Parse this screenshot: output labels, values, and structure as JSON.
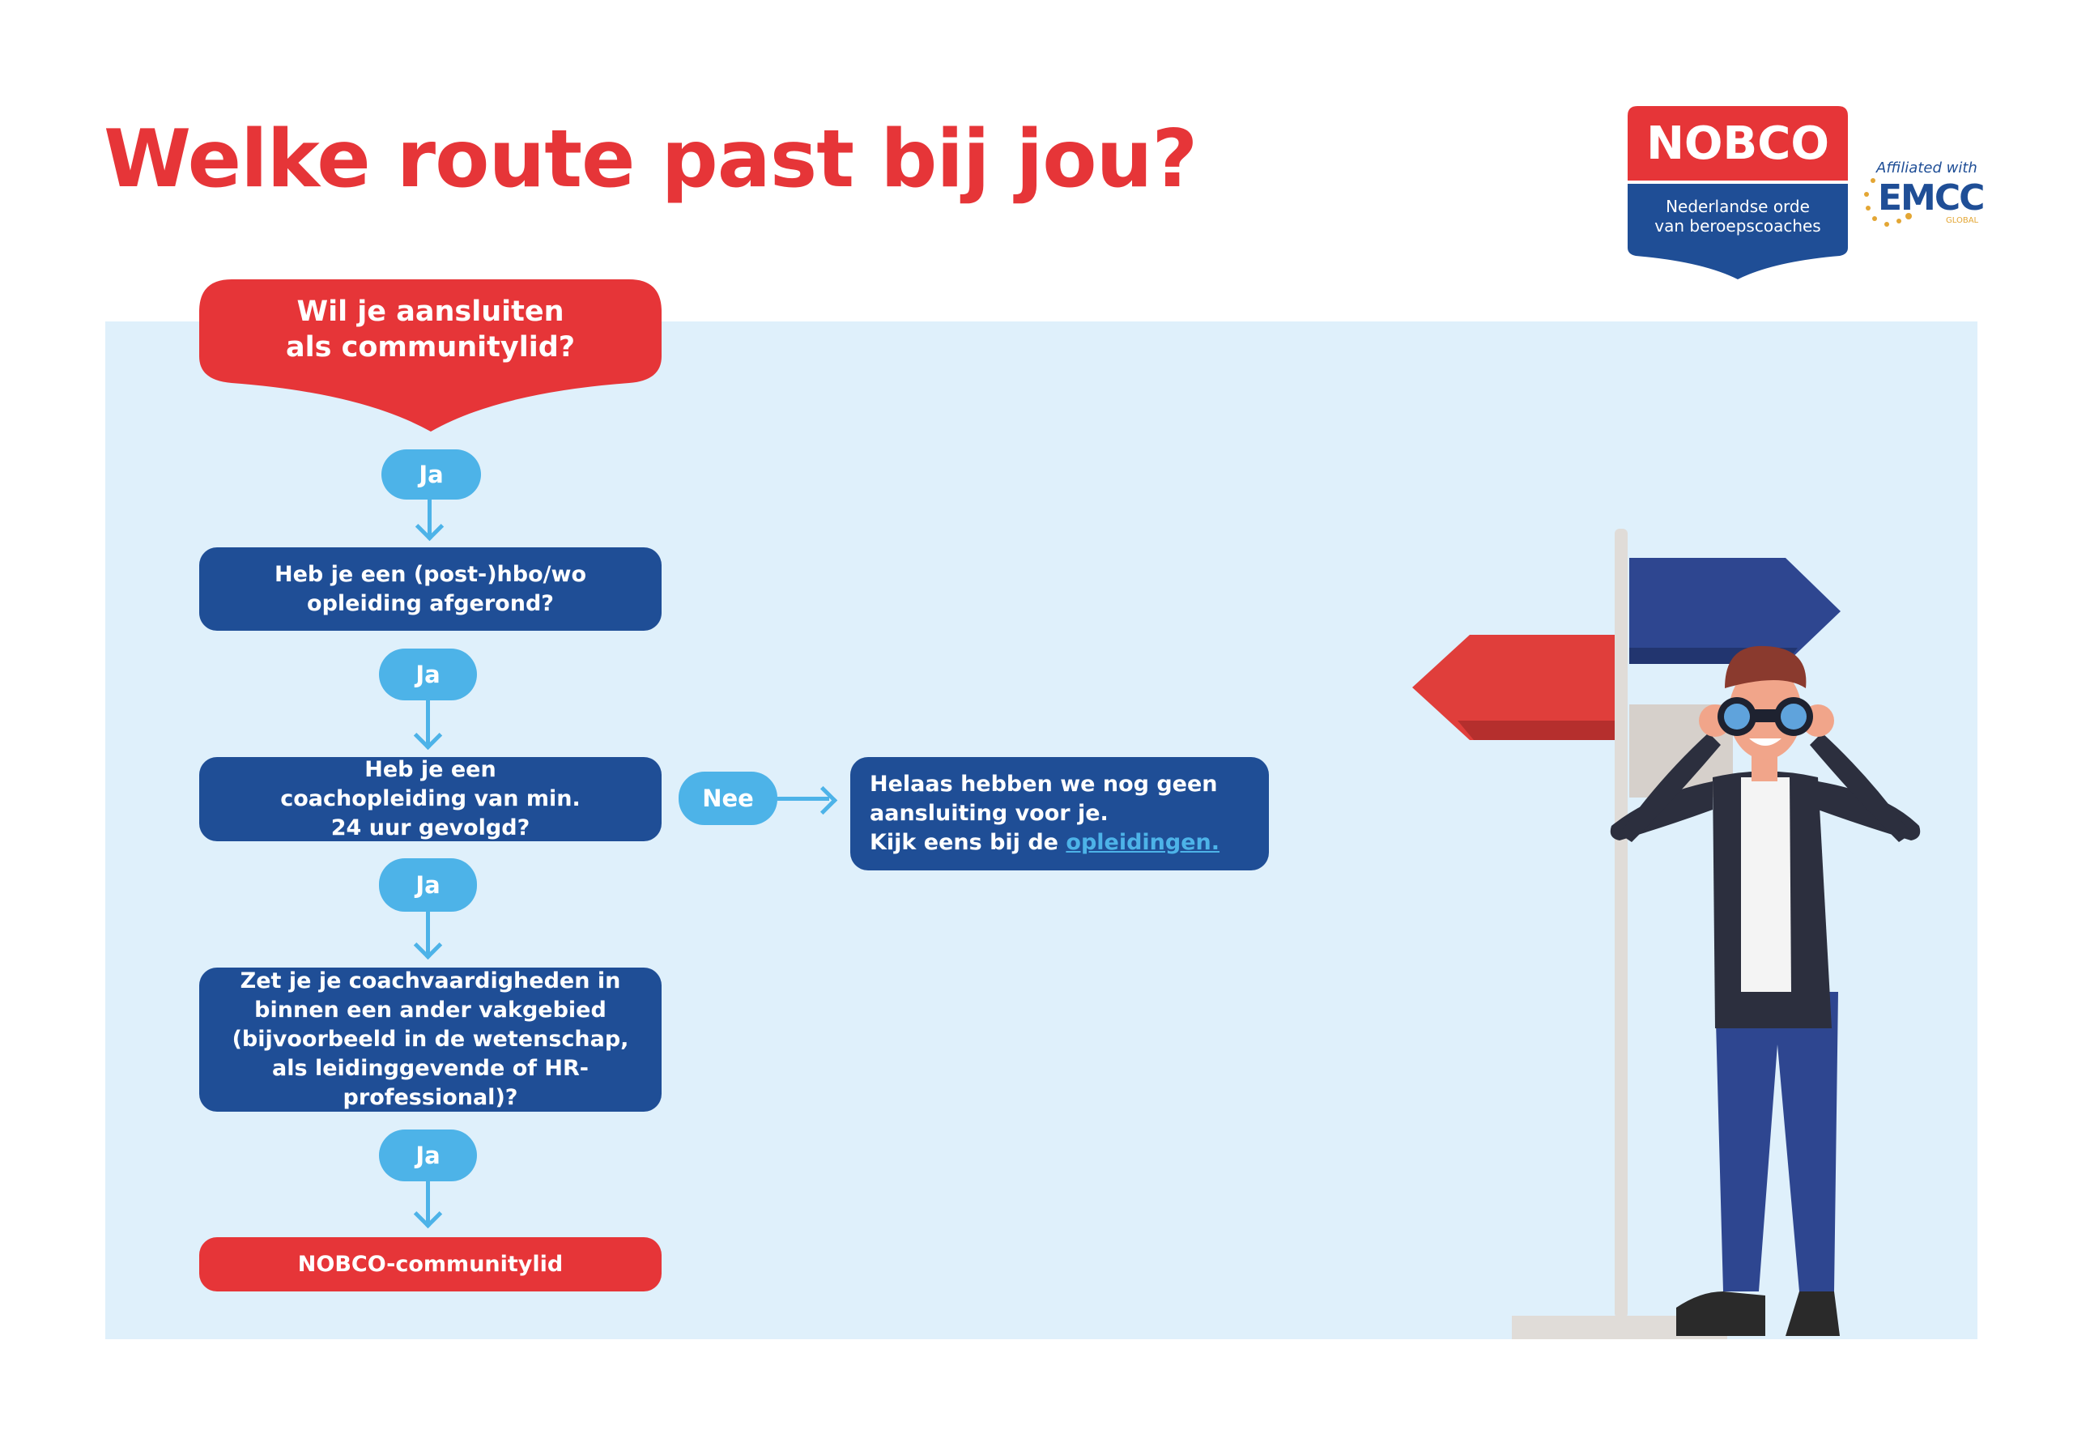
{
  "title": "Welke route past bij jou?",
  "logo": {
    "name": "NOBCO",
    "subtitle_line1": "Nederlandse orde",
    "subtitle_line2": "van beroepscoaches",
    "affiliated": "Affiliated with",
    "emcc": "EMCC",
    "emcc_sub": "GLOBAL"
  },
  "flow": {
    "start": "Wil je aansluiten als communitylid?",
    "step1": "Heb je een (post-)hbo/wo opleiding afgerond?",
    "step2": "Heb je een coachopleiding van min. 24 uur gevolgd?",
    "step3": "Zet je je coachvaardigheden in binnen een ander vakgebied (bijvoorbeeld in de wetenschap, als leidinggevende of HR-professional)?",
    "result": "NOBCO-communitylid",
    "yes": "Ja",
    "no": "Nee",
    "no_result_line1": "Helaas hebben we nog geen",
    "no_result_line2": "aansluiting voor je.",
    "no_result_line3": "Kijk eens bij de ",
    "no_result_link": "opleidingen."
  },
  "colors": {
    "red": "#e63538",
    "navy": "#1f4e96",
    "light_blue": "#4db3e8",
    "panel": "#dff0fb"
  }
}
